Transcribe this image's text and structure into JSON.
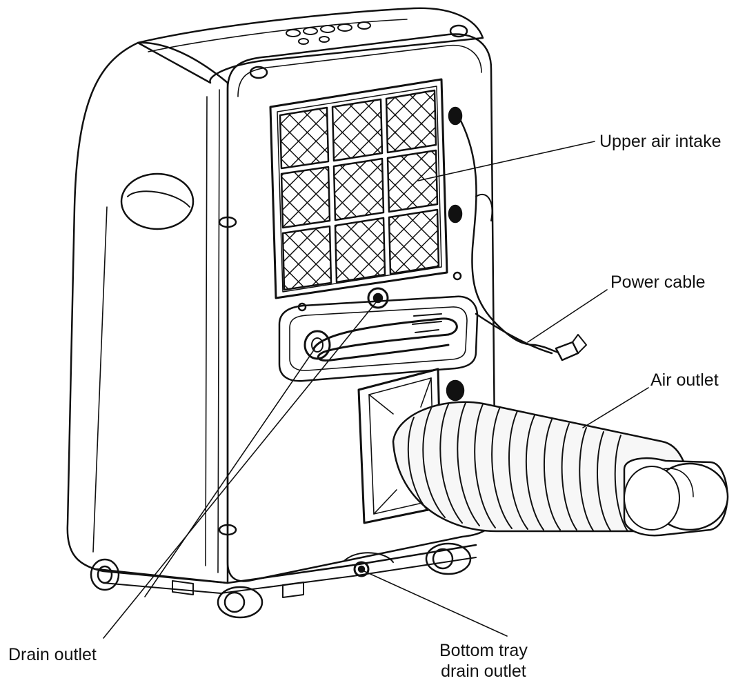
{
  "colors": {
    "stroke": "#111111",
    "paper": "#ffffff",
    "hose_fill": "#f7f7f7"
  },
  "labels": {
    "upper_air_intake": "Upper air intake",
    "power_cable": "Power cable",
    "air_outlet": "Air outlet",
    "drain_outlet": "Drain outlet",
    "bottom_tray_line1": "Bottom tray",
    "bottom_tray_line2": "drain outlet"
  }
}
